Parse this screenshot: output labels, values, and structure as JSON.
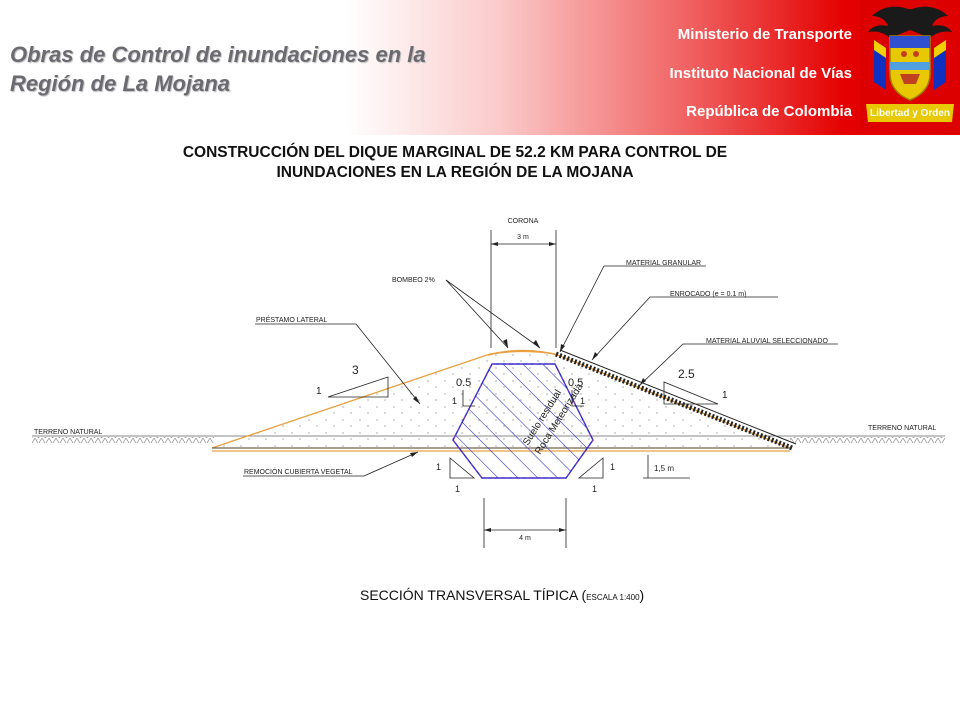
{
  "header": {
    "title_line1": "Obras de Control de inundaciones en la",
    "title_line2": "Región de La Mojana",
    "org_line1": "Ministerio de Transporte",
    "org_line2": "Instituto Nacional de Vías",
    "org_line3": "República de Colombia",
    "motto": "Libertad y Orden"
  },
  "diagram": {
    "title_line1": "CONSTRUCCIÓN DEL DIQUE MARGINAL DE 52.2 KM PARA CONTROL DE",
    "title_line2": "INUNDACIONES EN LA REGIÓN DE LA MOJANA",
    "labels": {
      "corona": "CORONA",
      "corona_width": "3 m",
      "bombeo": "BOMBEO 2%",
      "material_granular": "MATERIAL GRANULAR",
      "enrocado": "ENROCADO (e = 0.1 m)",
      "material_aluvial": "MATERIAL ALUVIAL SELECCIONADO",
      "prestamo_lateral": "PRÉSTAMO LATERAL",
      "terreno_natural_left": "TERRENO NATURAL",
      "terreno_natural_right": "TERRENO NATURAL",
      "remocion": "REMOCIÓN CUBIERTA VEGETAL",
      "slope_left_h": "3",
      "slope_left_v": "1",
      "slope_right_h": "2.5",
      "slope_right_v": "1",
      "core_left_h": "0.5",
      "core_left_v": "1",
      "core_right_h": "0.5",
      "core_right_v": "1",
      "trench_left_v": "1",
      "trench_left_h": "1",
      "trench_right_v": "1",
      "trench_right_h": "1",
      "trench_depth": "1,5 m",
      "base_width": "4 m",
      "core_text1": "Suelo residual",
      "core_text2": "Roca Meteorizada"
    },
    "section_title": "SECCIÓN TRANSVERSAL TÍPICA (",
    "section_scale": "ESCALA 1:400",
    "section_close": ")"
  },
  "colors": {
    "brand_red": "#dd0000",
    "fill_orange": "#e8a040",
    "core_blue": "#2a2ad0",
    "core_magenta": "#b030b0",
    "ground_gray": "#a0a0a0"
  }
}
